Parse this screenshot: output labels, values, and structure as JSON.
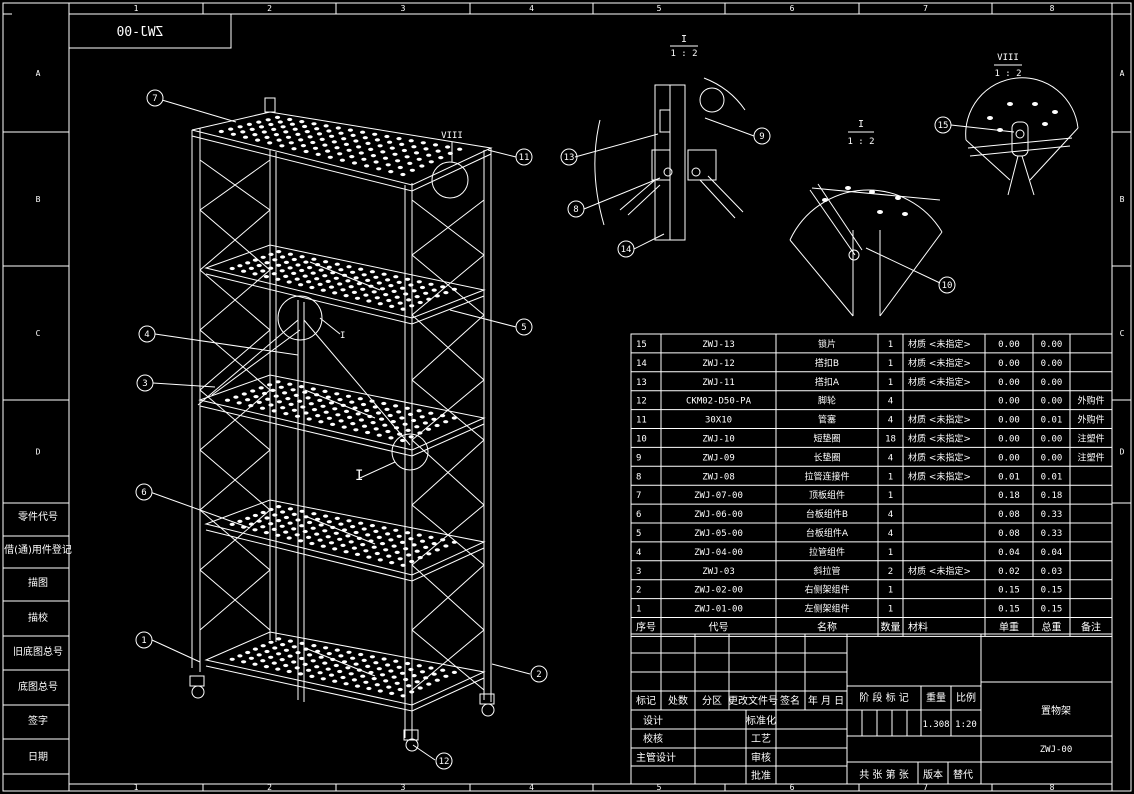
{
  "drawing_code_mirrored": "ZWJ-00",
  "zone_columns": [
    "1",
    "2",
    "3",
    "4",
    "5",
    "6",
    "7",
    "8"
  ],
  "zone_rows": [
    "A",
    "B",
    "C",
    "D"
  ],
  "left_strip": [
    "零件代号",
    "借(通)用件登记",
    "描图",
    "描校",
    "旧底图总号",
    "底图总号",
    "签字",
    "日期"
  ],
  "balloons": [
    "1",
    "2",
    "3",
    "4",
    "5",
    "6",
    "7",
    "8",
    "9",
    "10",
    "11",
    "12",
    "13",
    "14",
    "15"
  ],
  "view_markers": {
    "I": {
      "label": "I",
      "scale": "1 : 2"
    },
    "VIII": {
      "label": "VIII",
      "scale": "1 : 2"
    },
    "I_mid": {
      "label": "I",
      "scale": "1 : 2"
    }
  },
  "bom": {
    "headers": [
      "序号",
      "代号",
      "名称",
      "数量",
      "材料",
      "单重",
      "总重",
      "备注"
    ],
    "rows": [
      [
        "15",
        "ZWJ-13",
        "锁片",
        "1",
        "材质 <未指定>",
        "0.00",
        "0.00",
        ""
      ],
      [
        "14",
        "ZWJ-12",
        "搭扣B",
        "1",
        "材质 <未指定>",
        "0.00",
        "0.00",
        ""
      ],
      [
        "13",
        "ZWJ-11",
        "搭扣A",
        "1",
        "材质 <未指定>",
        "0.00",
        "0.00",
        ""
      ],
      [
        "12",
        "CKM02-D50-PA",
        "脚轮",
        "4",
        "",
        "0.00",
        "0.00",
        "外购件"
      ],
      [
        "11",
        "30X10",
        "管塞",
        "4",
        "材质 <未指定>",
        "0.00",
        "0.01",
        "外购件"
      ],
      [
        "10",
        "ZWJ-10",
        "短垫圈",
        "18",
        "材质 <未指定>",
        "0.00",
        "0.00",
        "注塑件"
      ],
      [
        "9",
        "ZWJ-09",
        "长垫圈",
        "4",
        "材质 <未指定>",
        "0.00",
        "0.00",
        "注塑件"
      ],
      [
        "8",
        "ZWJ-08",
        "拉管连接件",
        "1",
        "材质 <未指定>",
        "0.01",
        "0.01",
        ""
      ],
      [
        "7",
        "ZWJ-07-00",
        "顶板组件",
        "1",
        "",
        "0.18",
        "0.18",
        ""
      ],
      [
        "6",
        "ZWJ-06-00",
        "台板组件B",
        "4",
        "",
        "0.08",
        "0.33",
        ""
      ],
      [
        "5",
        "ZWJ-05-00",
        "台板组件A",
        "4",
        "",
        "0.08",
        "0.33",
        ""
      ],
      [
        "4",
        "ZWJ-04-00",
        "拉管组件",
        "1",
        "",
        "0.04",
        "0.04",
        ""
      ],
      [
        "3",
        "ZWJ-03",
        "斜拉管",
        "2",
        "材质 <未指定>",
        "0.02",
        "0.03",
        ""
      ],
      [
        "2",
        "ZWJ-02-00",
        "右侧架组件",
        "1",
        "",
        "0.15",
        "0.15",
        ""
      ],
      [
        "1",
        "ZWJ-01-00",
        "左侧架组件",
        "1",
        "",
        "0.15",
        "0.15",
        ""
      ]
    ]
  },
  "title_block": {
    "rev_headers": [
      "标记",
      "处数",
      "分区",
      "更改文件号",
      "签名",
      "年 月 日"
    ],
    "design": "设计",
    "check": "校核",
    "chief": "主管设计",
    "standard": "标准化",
    "process": "工艺",
    "review": "审核",
    "approve": "批准",
    "stage_label": "阶 段 标 记",
    "weight_label": "重量",
    "scale_label": "比例",
    "weight_value": "1.308",
    "scale_value": "1:20",
    "sheets_label": "共  张  第  张",
    "version_label": "版本",
    "replaces_label": "替代",
    "part_name": "置物架",
    "drawing_code": "ZWJ-00"
  }
}
